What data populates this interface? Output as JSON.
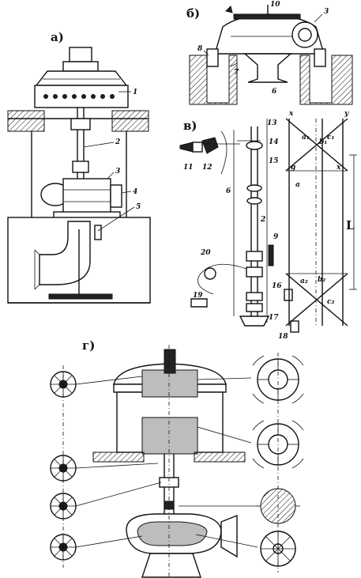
{
  "panel_labels": {
    "a": "а)",
    "b": "б)",
    "v": "в)",
    "g": "г)"
  },
  "callouts_a": [
    "1",
    "2",
    "3",
    "4",
    "5"
  ],
  "callouts_b": [
    "10",
    "3",
    "8",
    "7",
    "6"
  ],
  "callouts_v": [
    "13",
    "14",
    "11",
    "12",
    "15",
    "6",
    "2",
    "9",
    "20",
    "16",
    "19",
    "17",
    "18"
  ],
  "callouts_v_diagram": [
    "x",
    "y",
    "a₁",
    "b₁",
    "c₁",
    "g",
    "x",
    "a",
    "L",
    "a₂",
    "b₂",
    "c₂"
  ]
}
